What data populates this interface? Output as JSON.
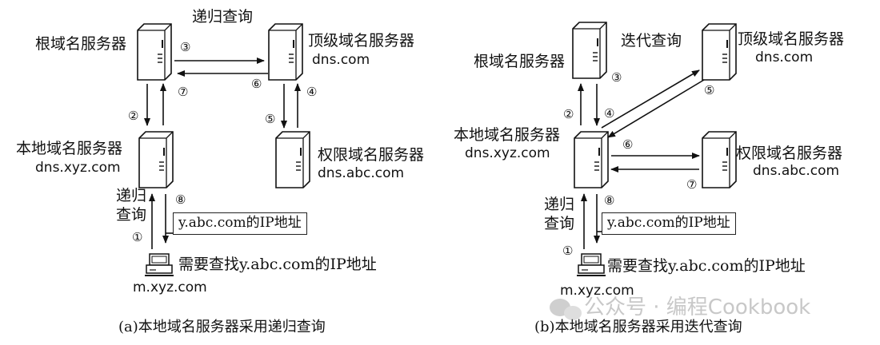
{
  "left": {
    "title": "递归查询",
    "root_label": "根域名服务器",
    "top_label": "顶级域名服务器",
    "top_host": "dns.com",
    "local_label": "本地域名服务器",
    "local_host": "dns.xyz.com",
    "auth_label": "权限域名服务器",
    "auth_host": "dns.abc.com",
    "query_type_line1": "递归",
    "query_type_line2": "查询",
    "result_box": "y.abc.com的IP地址",
    "client_query": "需要查找y.abc.com的IP地址",
    "client_host": "m.xyz.com",
    "steps": [
      "①",
      "②",
      "③",
      "④",
      "⑤",
      "⑥",
      "⑦",
      "⑧"
    ],
    "caption": "(a)本地域名服务器采用递归查询"
  },
  "right": {
    "title": "迭代查询",
    "root_label": "根域名服务器",
    "top_label": "顶级域名服务器",
    "top_host": "dns.com",
    "local_label": "本地域名服务器",
    "local_host": "dns.xyz.com",
    "auth_label": "权限域名服务器",
    "auth_host": "dns.abc.com",
    "query_type_line1": "递归",
    "query_type_line2": "查询",
    "result_box": "y.abc.com的IP地址",
    "client_query": "需要查找y.abc.com的IP地址",
    "client_host": "m.xyz.com",
    "steps": [
      "①",
      "②",
      "③",
      "④",
      "⑤",
      "⑥",
      "⑦",
      "⑧"
    ],
    "caption": "(b)本地域名服务器采用迭代查询"
  },
  "watermark": "公众号 · 编程Cookbook",
  "icons": {
    "server": "server-icon",
    "client": "computer-icon",
    "watermark": "wechat-icon"
  }
}
